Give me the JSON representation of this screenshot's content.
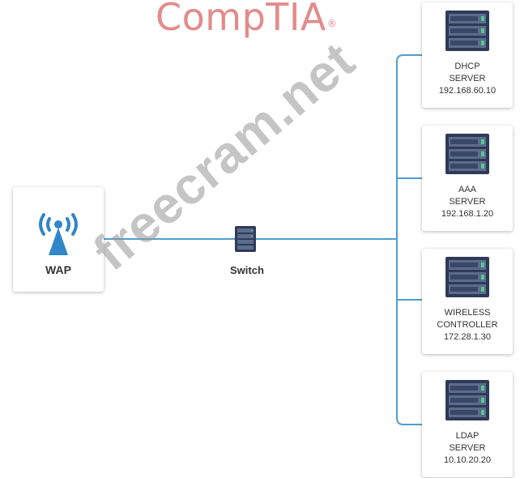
{
  "logo": {
    "text": "CompTIA",
    "mark": "®"
  },
  "watermark": "freecram.net",
  "wap": {
    "label": "WAP",
    "icon": "wireless-antenna-icon"
  },
  "switch": {
    "label": "Switch",
    "icon": "network-switch-icon"
  },
  "servers": [
    {
      "name_line1": "DHCP",
      "name_line2": "SERVER",
      "ip": "192.168.60.10",
      "icon": "server-rack-icon"
    },
    {
      "name_line1": "AAA",
      "name_line2": "SERVER",
      "ip": "192.168.1.20",
      "icon": "server-rack-icon"
    },
    {
      "name_line1": "WIRELESS",
      "name_line2": "CONTROLLER",
      "ip": "172.28.1.30",
      "icon": "server-rack-icon"
    },
    {
      "name_line1": "LDAP",
      "name_line2": "SERVER",
      "ip": "10.10.20.20",
      "icon": "server-rack-icon"
    }
  ],
  "colors": {
    "link": "#4f9fd1",
    "antenna": "#2f86c8",
    "logo": "#e38b8b",
    "rack_body": "#2f3a56",
    "rack_bay": "#5c6c8e",
    "rack_green": "#54c98b"
  }
}
